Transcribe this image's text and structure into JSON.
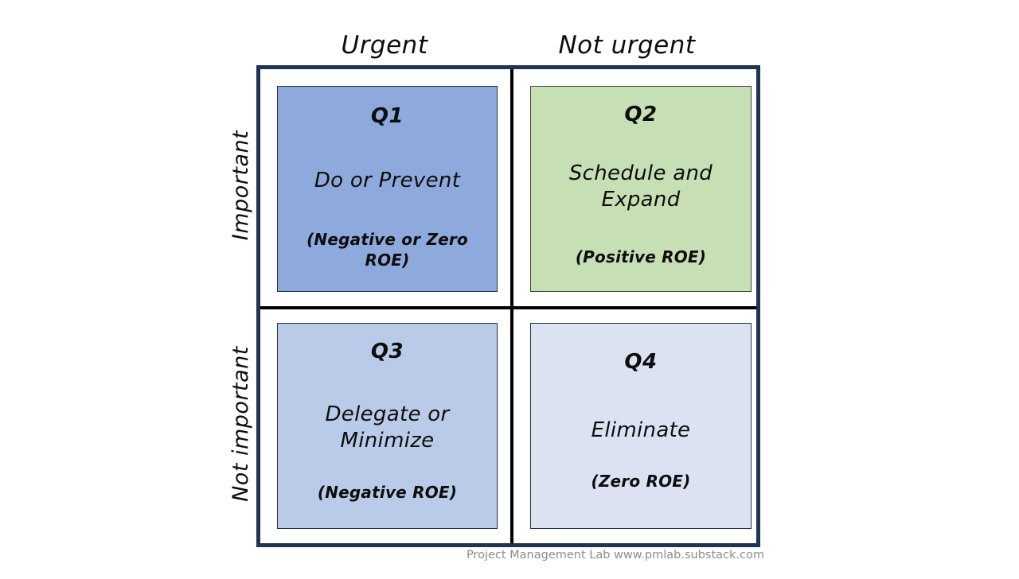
{
  "diagram": {
    "type": "eisenhower-matrix",
    "column_headers": [
      {
        "id": "urgent",
        "label": "Urgent"
      },
      {
        "id": "not-urgent",
        "label": "Not urgent"
      }
    ],
    "row_headers": [
      {
        "id": "important",
        "label": "Important"
      },
      {
        "id": "not-important",
        "label": "Not important"
      }
    ],
    "quadrants": [
      {
        "id": "q1",
        "label": "Q1",
        "action": "Do or Prevent",
        "roe": "(Negative or Zero ROE)",
        "fill": "#8ea9dc",
        "border": "#21304d",
        "column": "urgent",
        "row": "important"
      },
      {
        "id": "q2",
        "label": "Q2",
        "action": "Schedule and Expand",
        "roe": "(Positive ROE)",
        "fill": "#c6dfb4",
        "border": "#3a4a35",
        "column": "not-urgent",
        "row": "important"
      },
      {
        "id": "q3",
        "label": "Q3",
        "action": "Delegate or Minimize",
        "roe": "(Negative ROE)",
        "fill": "#b9cbe8",
        "border": "#21304d",
        "column": "urgent",
        "row": "not-important"
      },
      {
        "id": "q4",
        "label": "Q4",
        "action": "Eliminate",
        "roe": "(Zero ROE)",
        "fill": "#dbe3f3",
        "border": "#21304d",
        "column": "not-urgent",
        "row": "not-important"
      }
    ],
    "frame_color": "#1f3354",
    "divider_color": "#000000",
    "background": "#ffffff"
  },
  "footer": {
    "credit": "Project Management Lab www.pmlab.substack.com",
    "color": "#8c8c8c"
  }
}
